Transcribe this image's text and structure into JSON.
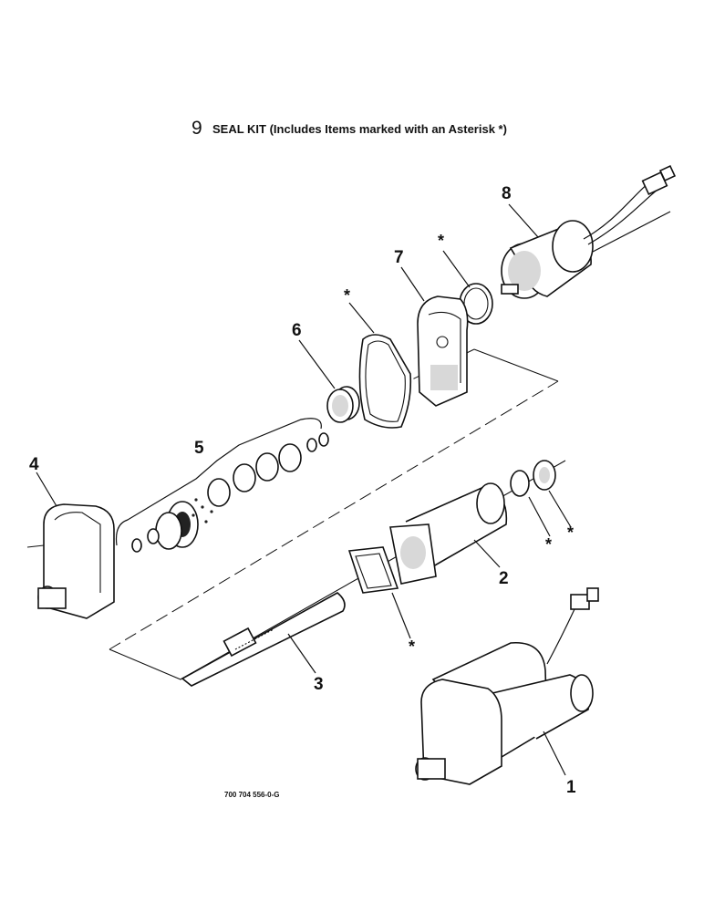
{
  "title": {
    "number": "9",
    "text": "SEAL KIT (Includes Items marked with an Asterisk *)"
  },
  "callouts": [
    "1",
    "2",
    "3",
    "4",
    "5",
    "6",
    "7",
    "8"
  ],
  "asterisk": "*",
  "drawing_code": "700 704 556-0-G",
  "colors": {
    "ink": "#111111",
    "paper": "#ffffff",
    "shade": "#d8d8d8"
  }
}
